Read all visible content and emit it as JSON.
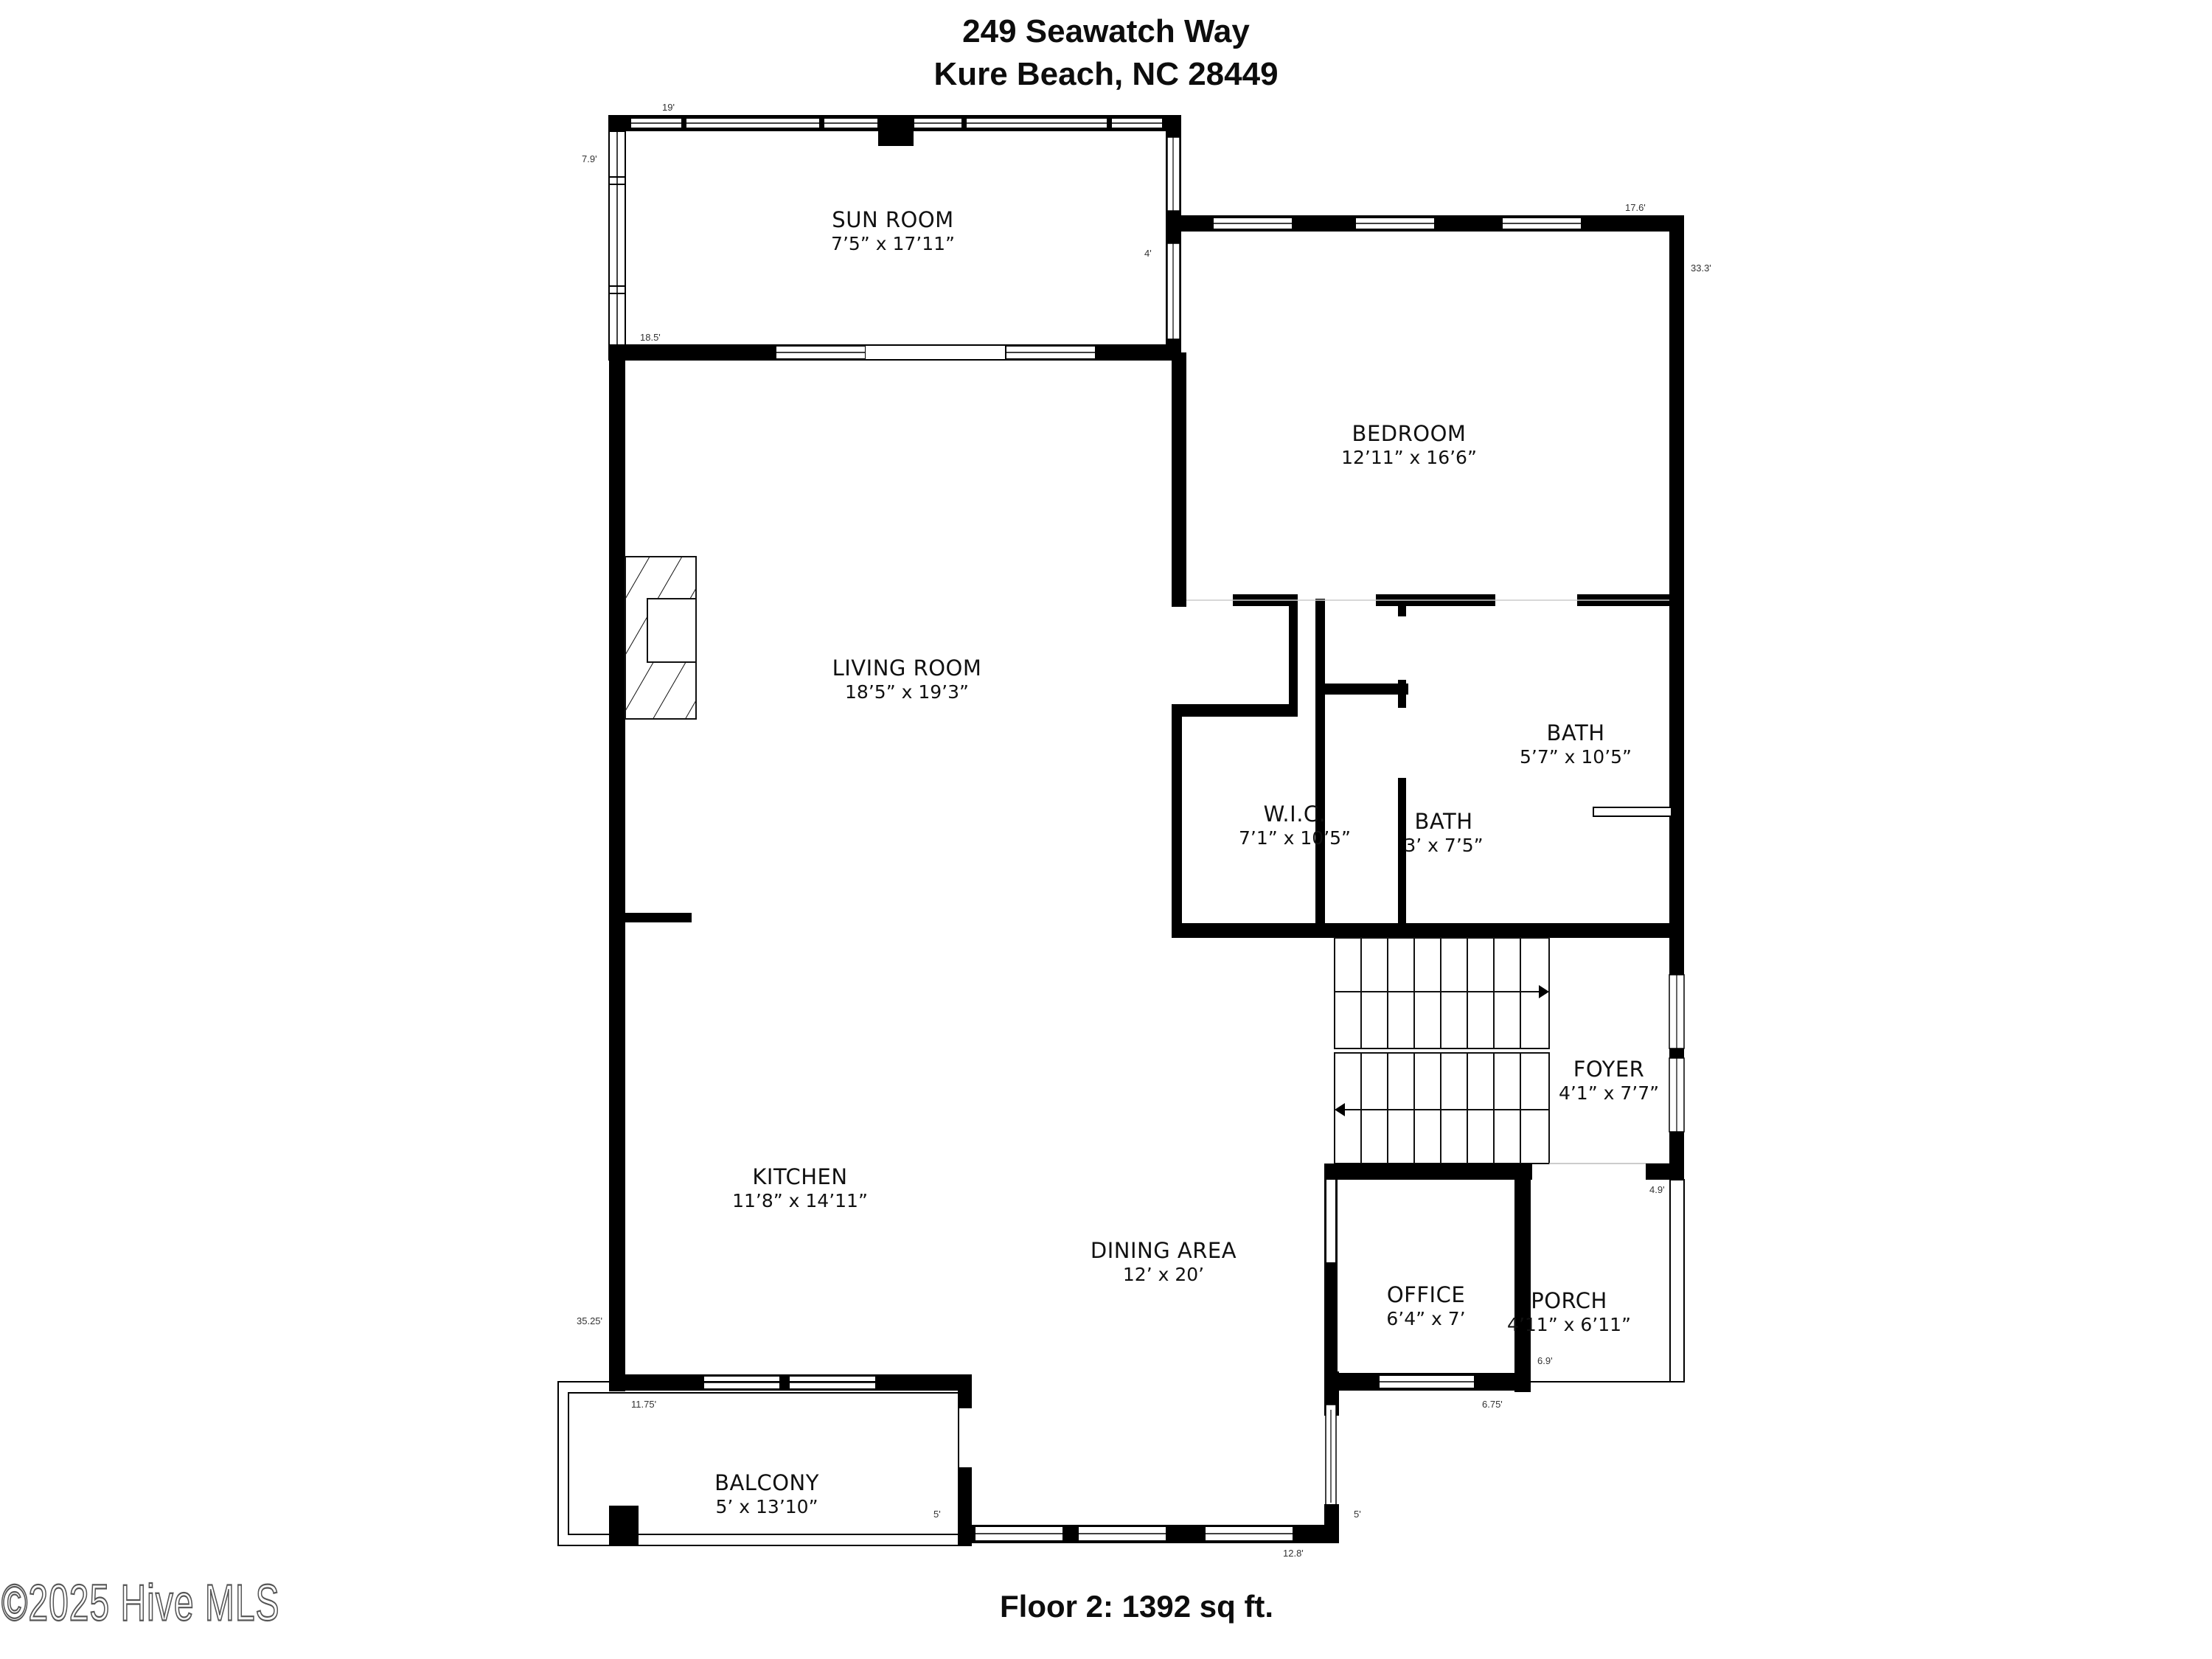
{
  "header": {
    "address_line1": "249 Seawatch Way",
    "address_line2": "Kure Beach, NC 28449"
  },
  "rooms": [
    {
      "id": "sun-room",
      "name": "SUN ROOM",
      "dims": "7’5” x 17’11”"
    },
    {
      "id": "bedroom",
      "name": "BEDROOM",
      "dims": "12’11” x 16’6”"
    },
    {
      "id": "living-room",
      "name": "LIVING ROOM",
      "dims": "18’5” x 19’3”"
    },
    {
      "id": "wic",
      "name": "W.I.C.",
      "dims": "7’1” x 10’5”"
    },
    {
      "id": "bath-small",
      "name": "BATH",
      "dims": "3’ x 7’5”"
    },
    {
      "id": "bath-large",
      "name": "BATH",
      "dims": "5’7” x 10’5”"
    },
    {
      "id": "foyer",
      "name": "FOYER",
      "dims": "4’1” x 7’7”"
    },
    {
      "id": "kitchen",
      "name": "KITCHEN",
      "dims": "11’8” x 14’11”"
    },
    {
      "id": "dining-area",
      "name": "DINING AREA",
      "dims": "12’ x 20’"
    },
    {
      "id": "office",
      "name": "OFFICE",
      "dims": "6’4” x 7’"
    },
    {
      "id": "porch",
      "name": "PORCH",
      "dims": "4’11” x 6’11”"
    },
    {
      "id": "balcony",
      "name": "BALCONY",
      "dims": "5’ x 13’10”"
    }
  ],
  "dimension_marks": [
    {
      "label": "19'"
    },
    {
      "label": "7.9'"
    },
    {
      "label": "4'"
    },
    {
      "label": "18.5'"
    },
    {
      "label": "17.6'"
    },
    {
      "label": "33.3'"
    },
    {
      "label": "4.9'"
    },
    {
      "label": "6.9'"
    },
    {
      "label": "6.75'"
    },
    {
      "label": "35.25'"
    },
    {
      "label": "11.75'"
    },
    {
      "label": "5'"
    },
    {
      "label": "5'"
    },
    {
      "label": "12.8'"
    }
  ],
  "footer": {
    "floor_area": "Floor 2: 1392 sq ft.",
    "watermark": "©2025 Hive MLS"
  },
  "colors": {
    "wall": "#000000",
    "background": "#ffffff",
    "text": "#111111"
  }
}
